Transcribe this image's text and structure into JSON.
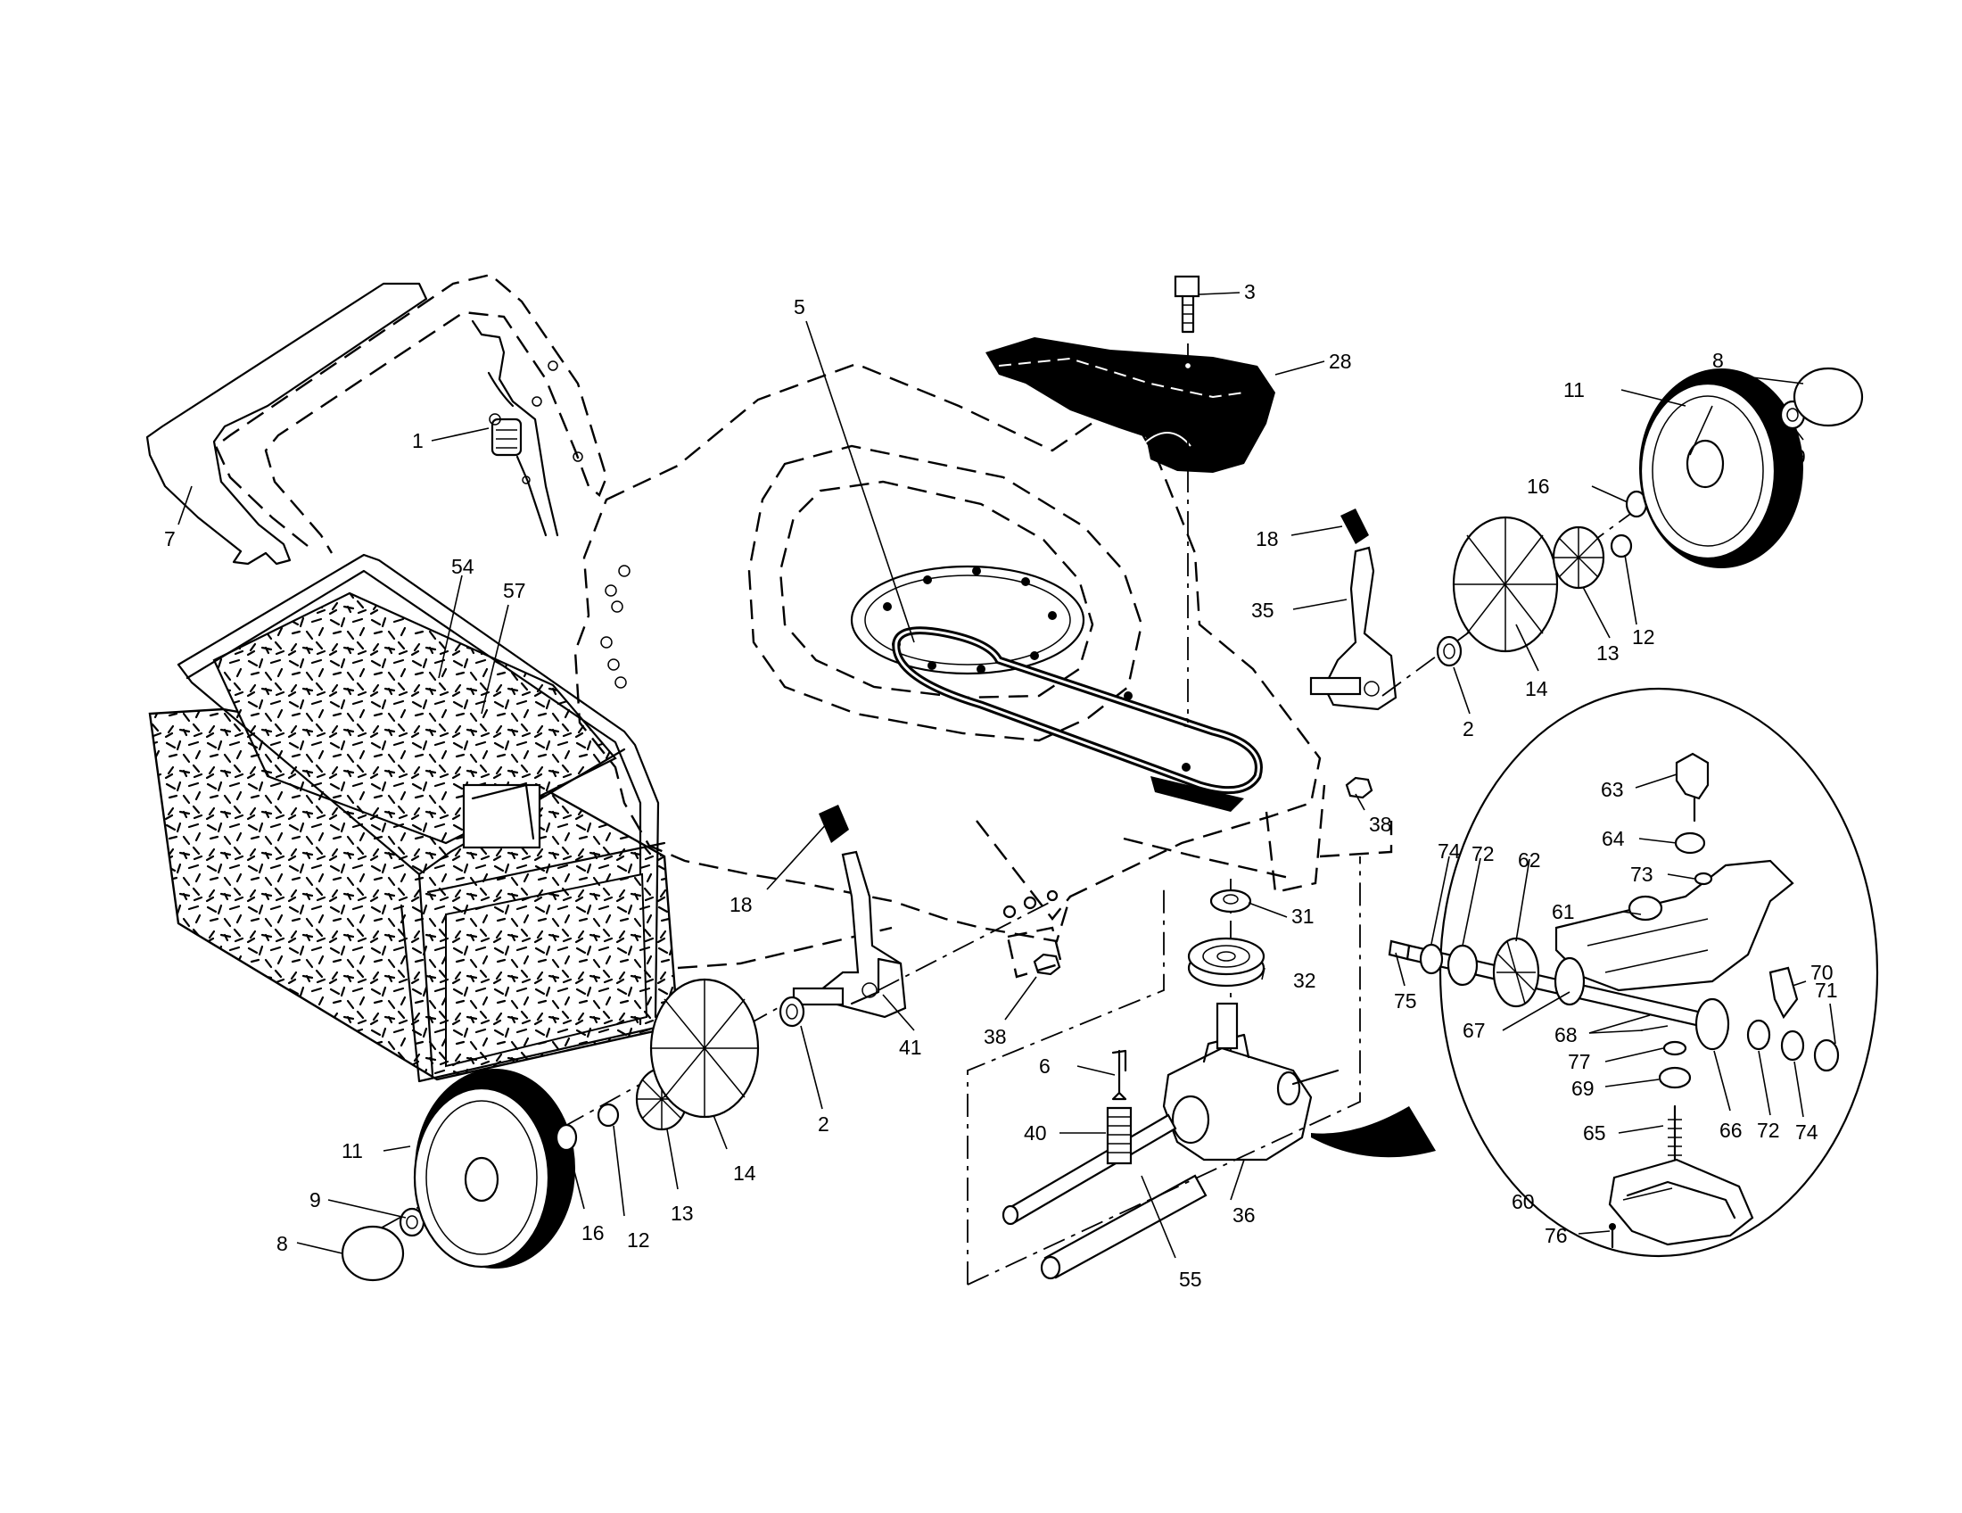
{
  "labels": [
    {
      "id": "1",
      "text": "1"
    },
    {
      "id": "2a",
      "text": "2"
    },
    {
      "id": "2b",
      "text": "2"
    },
    {
      "id": "3",
      "text": "3"
    },
    {
      "id": "5",
      "text": "5"
    },
    {
      "id": "6",
      "text": "6"
    },
    {
      "id": "7",
      "text": "7"
    },
    {
      "id": "8a",
      "text": "8"
    },
    {
      "id": "8b",
      "text": "8"
    },
    {
      "id": "9a",
      "text": "9"
    },
    {
      "id": "9b",
      "text": "9"
    },
    {
      "id": "11a",
      "text": "11"
    },
    {
      "id": "11b",
      "text": "11"
    },
    {
      "id": "12a",
      "text": "12"
    },
    {
      "id": "12b",
      "text": "12"
    },
    {
      "id": "13a",
      "text": "13"
    },
    {
      "id": "13b",
      "text": "13"
    },
    {
      "id": "14a",
      "text": "14"
    },
    {
      "id": "14b",
      "text": "14"
    },
    {
      "id": "16a",
      "text": "16"
    },
    {
      "id": "16b",
      "text": "16"
    },
    {
      "id": "18a",
      "text": "18"
    },
    {
      "id": "18b",
      "text": "18"
    },
    {
      "id": "28",
      "text": "28"
    },
    {
      "id": "31",
      "text": "31"
    },
    {
      "id": "32",
      "text": "32"
    },
    {
      "id": "35",
      "text": "35"
    },
    {
      "id": "36",
      "text": "36"
    },
    {
      "id": "38a",
      "text": "38"
    },
    {
      "id": "38b",
      "text": "38"
    },
    {
      "id": "40",
      "text": "40"
    },
    {
      "id": "41",
      "text": "41"
    },
    {
      "id": "54",
      "text": "54"
    },
    {
      "id": "55",
      "text": "55"
    },
    {
      "id": "57",
      "text": "57"
    },
    {
      "id": "60",
      "text": "60"
    },
    {
      "id": "61",
      "text": "61"
    },
    {
      "id": "62",
      "text": "62"
    },
    {
      "id": "63",
      "text": "63"
    },
    {
      "id": "64",
      "text": "64"
    },
    {
      "id": "65",
      "text": "65"
    },
    {
      "id": "66",
      "text": "66"
    },
    {
      "id": "67",
      "text": "67"
    },
    {
      "id": "68",
      "text": "68"
    },
    {
      "id": "69",
      "text": "69"
    },
    {
      "id": "70",
      "text": "70"
    },
    {
      "id": "71",
      "text": "71"
    },
    {
      "id": "72a",
      "text": "72"
    },
    {
      "id": "72b",
      "text": "72"
    },
    {
      "id": "73",
      "text": "73"
    },
    {
      "id": "74a",
      "text": "74"
    },
    {
      "id": "74b",
      "text": "74"
    },
    {
      "id": "75",
      "text": "75"
    },
    {
      "id": "76",
      "text": "76"
    },
    {
      "id": "77",
      "text": "77"
    }
  ]
}
